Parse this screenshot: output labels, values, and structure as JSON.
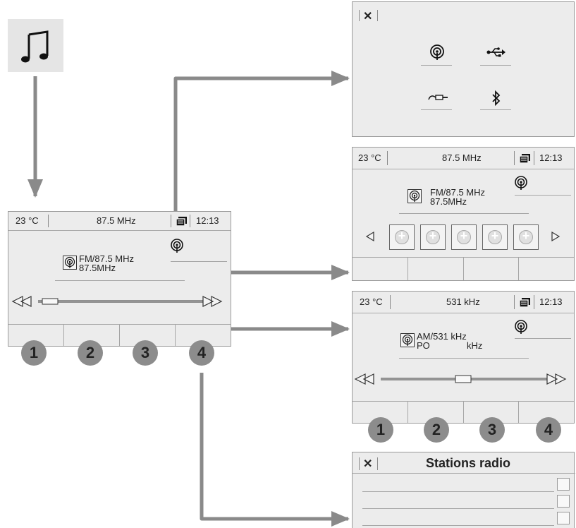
{
  "menu_icon": {
    "name": "music-note-icon"
  },
  "main_screen": {
    "temperature": "23 °C",
    "frequency": "87.5 MHz",
    "time": "12:13",
    "station_line1": "FM/87.5 MHz",
    "station_line2": "87.5MHz"
  },
  "main_badges": [
    "1",
    "2",
    "3",
    "4"
  ],
  "source_screen": {
    "close": "✕",
    "icons": [
      "radio-source-icon",
      "usb-icon",
      "aux-jack-icon",
      "bluetooth-icon"
    ]
  },
  "fm_screen": {
    "temperature": "23 °C",
    "frequency": "87.5 MHz",
    "time": "12:13",
    "station_line1": "FM/87.5 MHz",
    "station_line2": "87.5MHz",
    "preset_count": 5
  },
  "am_screen": {
    "temperature": "23 °C",
    "frequency": "531 kHz",
    "time": "12:13",
    "station_line1": "AM/531 kHz",
    "station_line2a": "PO",
    "station_line2b": "kHz"
  },
  "am_badges": [
    "1",
    "2",
    "3",
    "4"
  ],
  "stations_screen": {
    "close": "✕",
    "title": "Stations radio"
  }
}
